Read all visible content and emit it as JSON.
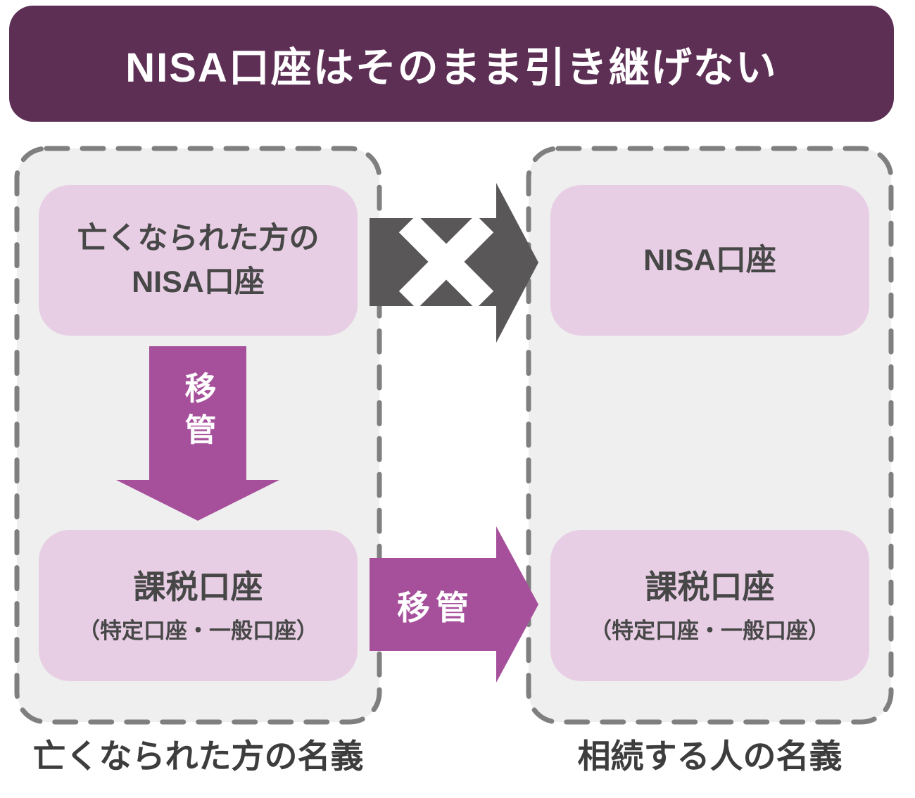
{
  "title": "NISA口座はそのまま引き継げない",
  "colors": {
    "banner_bg": "#5d2f55",
    "banner_text": "#ffffff",
    "column_bg": "#efefef",
    "column_dashed_border": "#7f7f7f",
    "box_bg": "#e7cee4",
    "box_text": "#474747",
    "arrow_purple": "#a6509b",
    "arrow_gray": "#595757",
    "arrow_label_text": "#ffffff",
    "footer_label_text": "#3d3d3d"
  },
  "left_column": {
    "top_box_label": "亡くなられた方の\nNISA口座",
    "bottom_box_title": "課税口座",
    "bottom_box_subtitle": "（特定口座・一般口座）",
    "footer_label": "亡くなられた方の名義"
  },
  "right_column": {
    "top_box_label": "NISA口座",
    "bottom_box_title": "課税口座",
    "bottom_box_subtitle": "（特定口座・一般口座）",
    "footer_label": "相続する人の名義"
  },
  "arrows": {
    "down_transfer_label": "移管",
    "right_transfer_label": "移管",
    "blocked_icon": "x-mark-icon"
  }
}
